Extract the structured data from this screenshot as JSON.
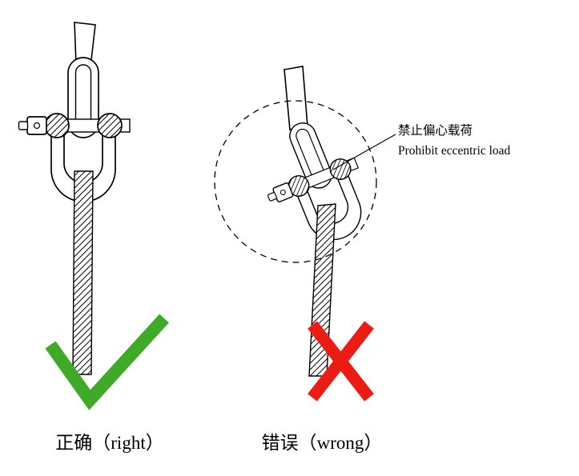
{
  "colors": {
    "check_green": "#3faa28",
    "cross_red": "#ec1b14",
    "line_black": "#000000"
  },
  "left_figure": {
    "caption": "正确（right）",
    "verdict": "check-mark"
  },
  "right_figure": {
    "caption": "错误（wrong）",
    "verdict": "cross-mark",
    "annotation": {
      "zh": "禁止偏心载荷",
      "en": "Prohibit eccentric load"
    }
  }
}
